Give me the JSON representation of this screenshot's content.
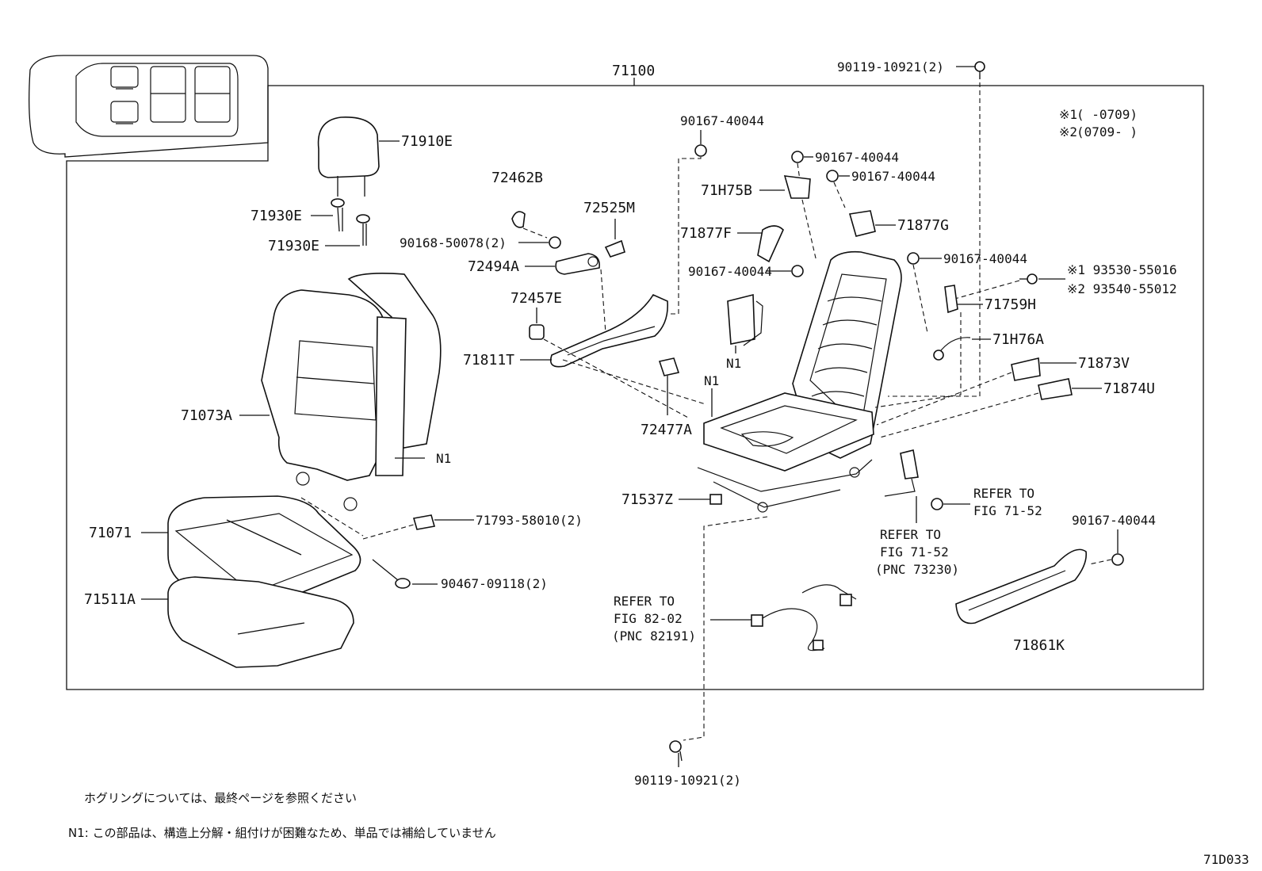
{
  "main_assembly": "71100",
  "sheet_code": "71D033",
  "variants": [
    {
      "mark": "※1",
      "range": "(      -0709)"
    },
    {
      "mark": "※2",
      "range": "(0709-      )"
    }
  ],
  "labels": {
    "p71910E": "71910E",
    "p71930E_a": "71930E",
    "p71930E_b": "71930E",
    "p72462B": "72462B",
    "p72525M": "72525M",
    "p90168": "90168-50078(2)",
    "p72494A": "72494A",
    "p72457E": "72457E",
    "p71811T": "71811T",
    "p71073A": "71073A",
    "pN1_back": "N1",
    "p71071": "71071",
    "p71511A": "71511A",
    "p71793": "71793-58010(2)",
    "p90467": "90467-09118(2)",
    "p90119_top": "90119-10921(2)",
    "p90167_a": "90167-40044",
    "p90167_b": "90167-40044",
    "p90167_c": "90167-40044",
    "p90167_d": "90167-40044",
    "p90167_e": "90167-40044",
    "p90167_f": "90167-40044",
    "p71H75B": "71H75B",
    "p71877F": "71877F",
    "p71877G": "71877G",
    "p93530": "※1 93530-55016",
    "p93540": "※2 93540-55012",
    "p71759H": "71759H",
    "p71H76A": "71H76A",
    "p71873V": "71873V",
    "p71874U": "71874U",
    "pN1_a": "N1",
    "pN1_b": "N1",
    "p72477A": "72477A",
    "p71537Z": "71537Z",
    "p71861K": "71861K",
    "p90119_bot": "90119-10921(2)"
  },
  "refs": {
    "r1_l1": "REFER TO",
    "r1_l2": "FIG 71-52",
    "r2_l1": "REFER TO",
    "r2_l2": "FIG 71-52",
    "r2_l3": "(PNC 73230)",
    "r3_l1": "REFER TO",
    "r3_l2": "FIG 82-02",
    "r3_l3": "(PNC 82191)"
  },
  "notes": {
    "hog_ring": "ホグリングについては、最終ページを参照ください",
    "n1": "N1: この部品は、構造上分解・組付けが困難なため、単品では補給していません"
  }
}
